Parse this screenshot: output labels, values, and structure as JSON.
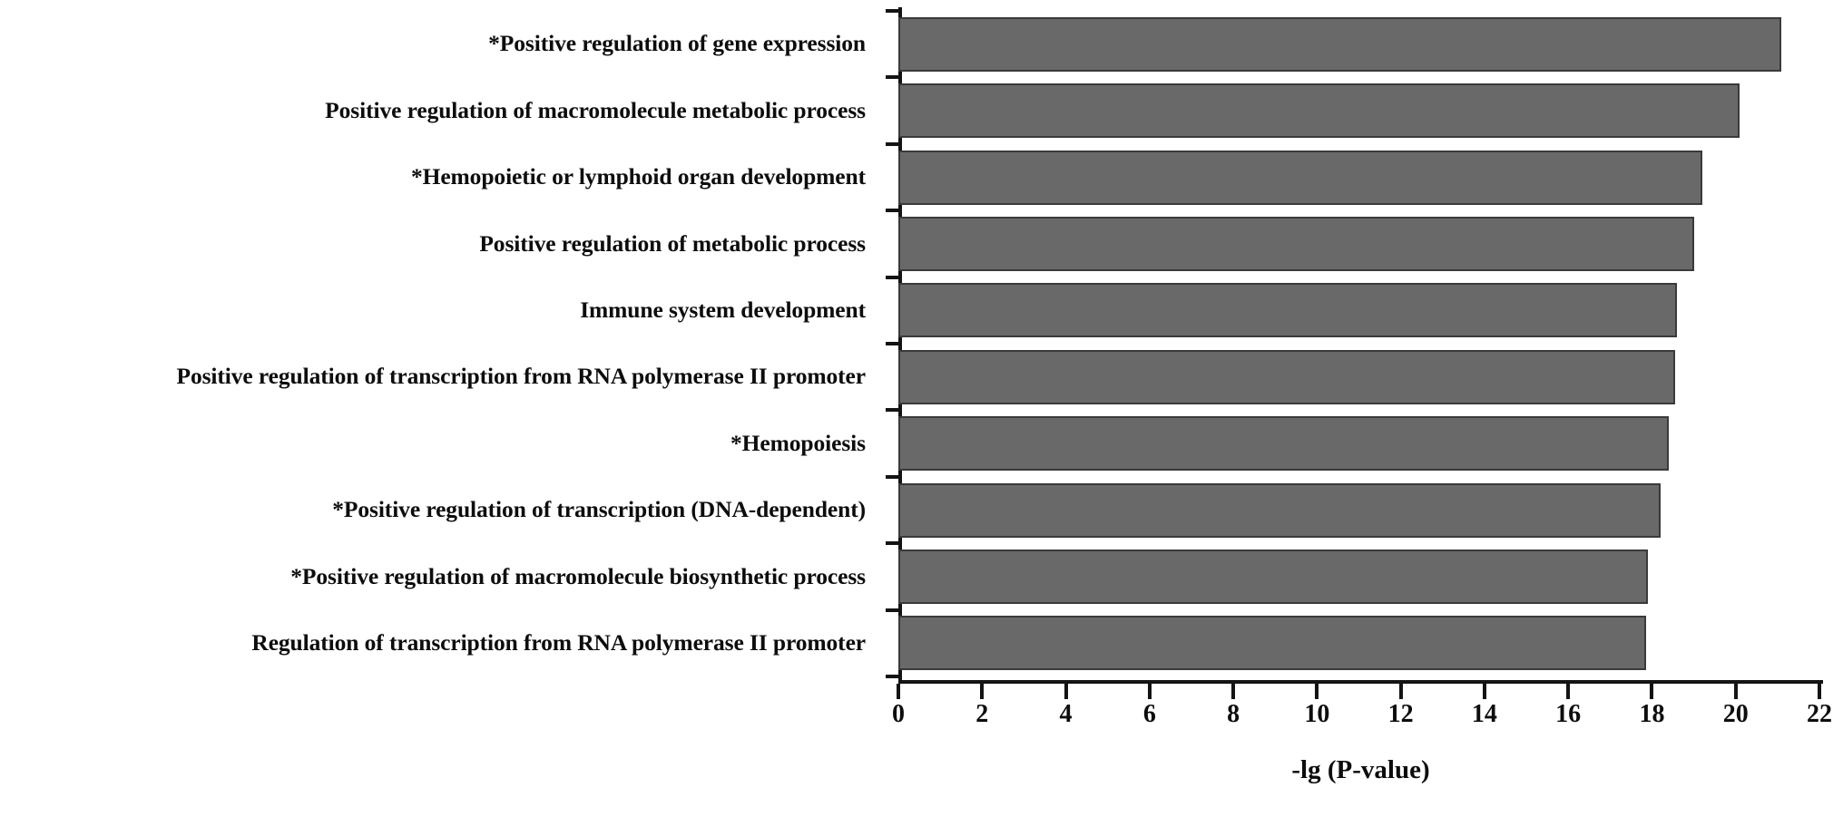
{
  "chart_data": {
    "type": "bar",
    "orientation": "horizontal",
    "title": "",
    "xlabel": "-lg (P-value)",
    "ylabel": "",
    "xlim": [
      0,
      22
    ],
    "xticks": [
      "0",
      "2",
      "4",
      "6",
      "8",
      "10",
      "12",
      "14",
      "16",
      "18",
      "20",
      "22"
    ],
    "xtick_step": 2,
    "grid": false,
    "legend": null,
    "bar_color": "#696969",
    "bar_edge_color": "#3a3a3a",
    "axis_color": "#141414",
    "background": "#ffffff",
    "categories": [
      "*Positive regulation of gene expression",
      "Positive regulation of macromolecule metabolic process",
      "*Hemopoietic or lymphoid organ development",
      "Positive regulation of metabolic process",
      "Immune system development",
      "Positive regulation of transcription from RNA polymerase II promoter",
      "*Hemopoiesis",
      "*Positive regulation of transcription (DNA-dependent)",
      "*Positive regulation of macromolecule biosynthetic process",
      "Regulation of transcription from RNA polymerase II promoter"
    ],
    "values": [
      21.1,
      20.1,
      19.2,
      19.0,
      18.6,
      18.55,
      18.4,
      18.2,
      17.9,
      17.85
    ]
  }
}
